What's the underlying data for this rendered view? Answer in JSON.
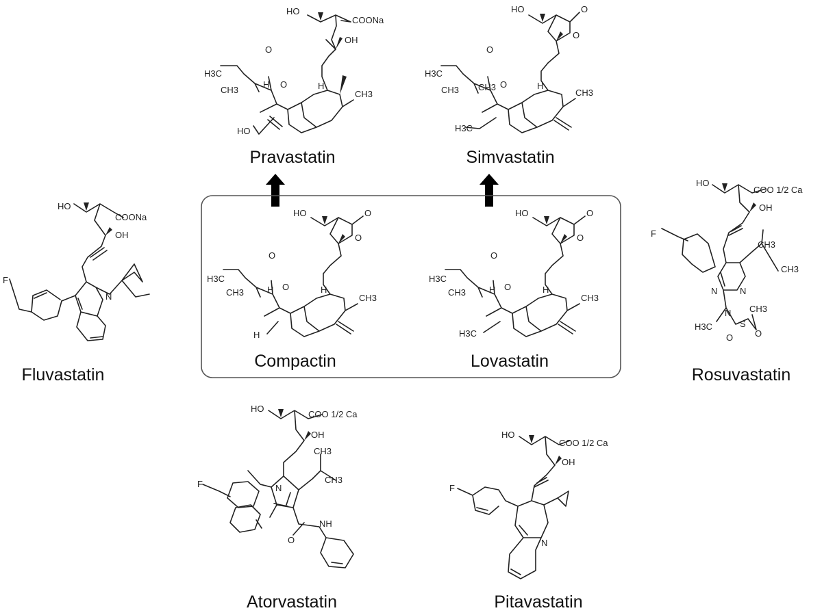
{
  "compounds": [
    {
      "id": "pravastatin",
      "name": "Pravastatin",
      "atoms": {
        "ho_top": "HO",
        "carboxylate": "COONa",
        "oh": "OH",
        "o_carbonyl": "O",
        "h3c": "H3C",
        "h_alpha": "H",
        "ester_o": "O",
        "h_junction": "H",
        "ch3_ring": "CH3",
        "ch3_side": "CH3",
        "ho_ring": "HO"
      }
    },
    {
      "id": "simvastatin",
      "name": "Simvastatin",
      "atoms": {
        "ho_top": "HO",
        "o_carbonyl_lactone": "O",
        "o_lactone": "O",
        "o_carbonyl": "O",
        "h3c": "H3C",
        "ester_o": "O",
        "ch3_gem": "CH3",
        "h_junction": "H",
        "ch3_ring": "CH3",
        "h3c_ring": "H3C",
        "ch3_side": "CH3"
      }
    },
    {
      "id": "compactin",
      "name": "Compactin",
      "atoms": {
        "ho_top": "HO",
        "o_carbonyl_lactone": "O",
        "o_lactone": "O",
        "o_carbonyl": "O",
        "h3c": "H3C",
        "h_alpha": "H",
        "ester_o": "O",
        "h_junction": "H",
        "ch3_ring": "CH3",
        "h_ring": "H",
        "ch3_side": "CH3"
      }
    },
    {
      "id": "lovastatin",
      "name": "Lovastatin",
      "atoms": {
        "ho_top": "HO",
        "o_carbonyl_lactone": "O",
        "o_lactone": "O",
        "o_carbonyl": "O",
        "h3c": "H3C",
        "h_alpha": "H",
        "ester_o": "O",
        "h_junction": "H",
        "ch3_ring": "CH3",
        "h3c_ring": "H3C",
        "ch3_side": "CH3"
      }
    },
    {
      "id": "fluvastatin",
      "name": "Fluvastatin",
      "atoms": {
        "ho_top": "HO",
        "carboxylate": "COONa",
        "oh": "OH",
        "f": "F",
        "n": "N"
      }
    },
    {
      "id": "rosuvastatin",
      "name": "Rosuvastatin",
      "atoms": {
        "ho_top": "HO",
        "carboxylate": "COO 1/2 Ca",
        "oh": "OH",
        "f": "F",
        "ch3_top": "CH3",
        "ch3": "CH3",
        "n1": "N",
        "n2": "N",
        "n3": "N",
        "ch3_s": "CH3",
        "h3c": "H3C",
        "s": "S",
        "o1": "O",
        "o2": "O"
      }
    },
    {
      "id": "atorvastatin",
      "name": "Atorvastatin",
      "atoms": {
        "ho_top": "HO",
        "carboxylate": "COO 1/2 Ca",
        "oh": "OH",
        "f": "F",
        "n": "N",
        "ch3_top": "CH3",
        "ch3": "CH3",
        "o": "O",
        "nh": "NH"
      }
    },
    {
      "id": "pitavastatin",
      "name": "Pitavastatin",
      "atoms": {
        "ho_top": "HO",
        "carboxylate": "COO 1/2 Ca",
        "oh": "OH",
        "f": "F",
        "n": "N"
      }
    }
  ]
}
